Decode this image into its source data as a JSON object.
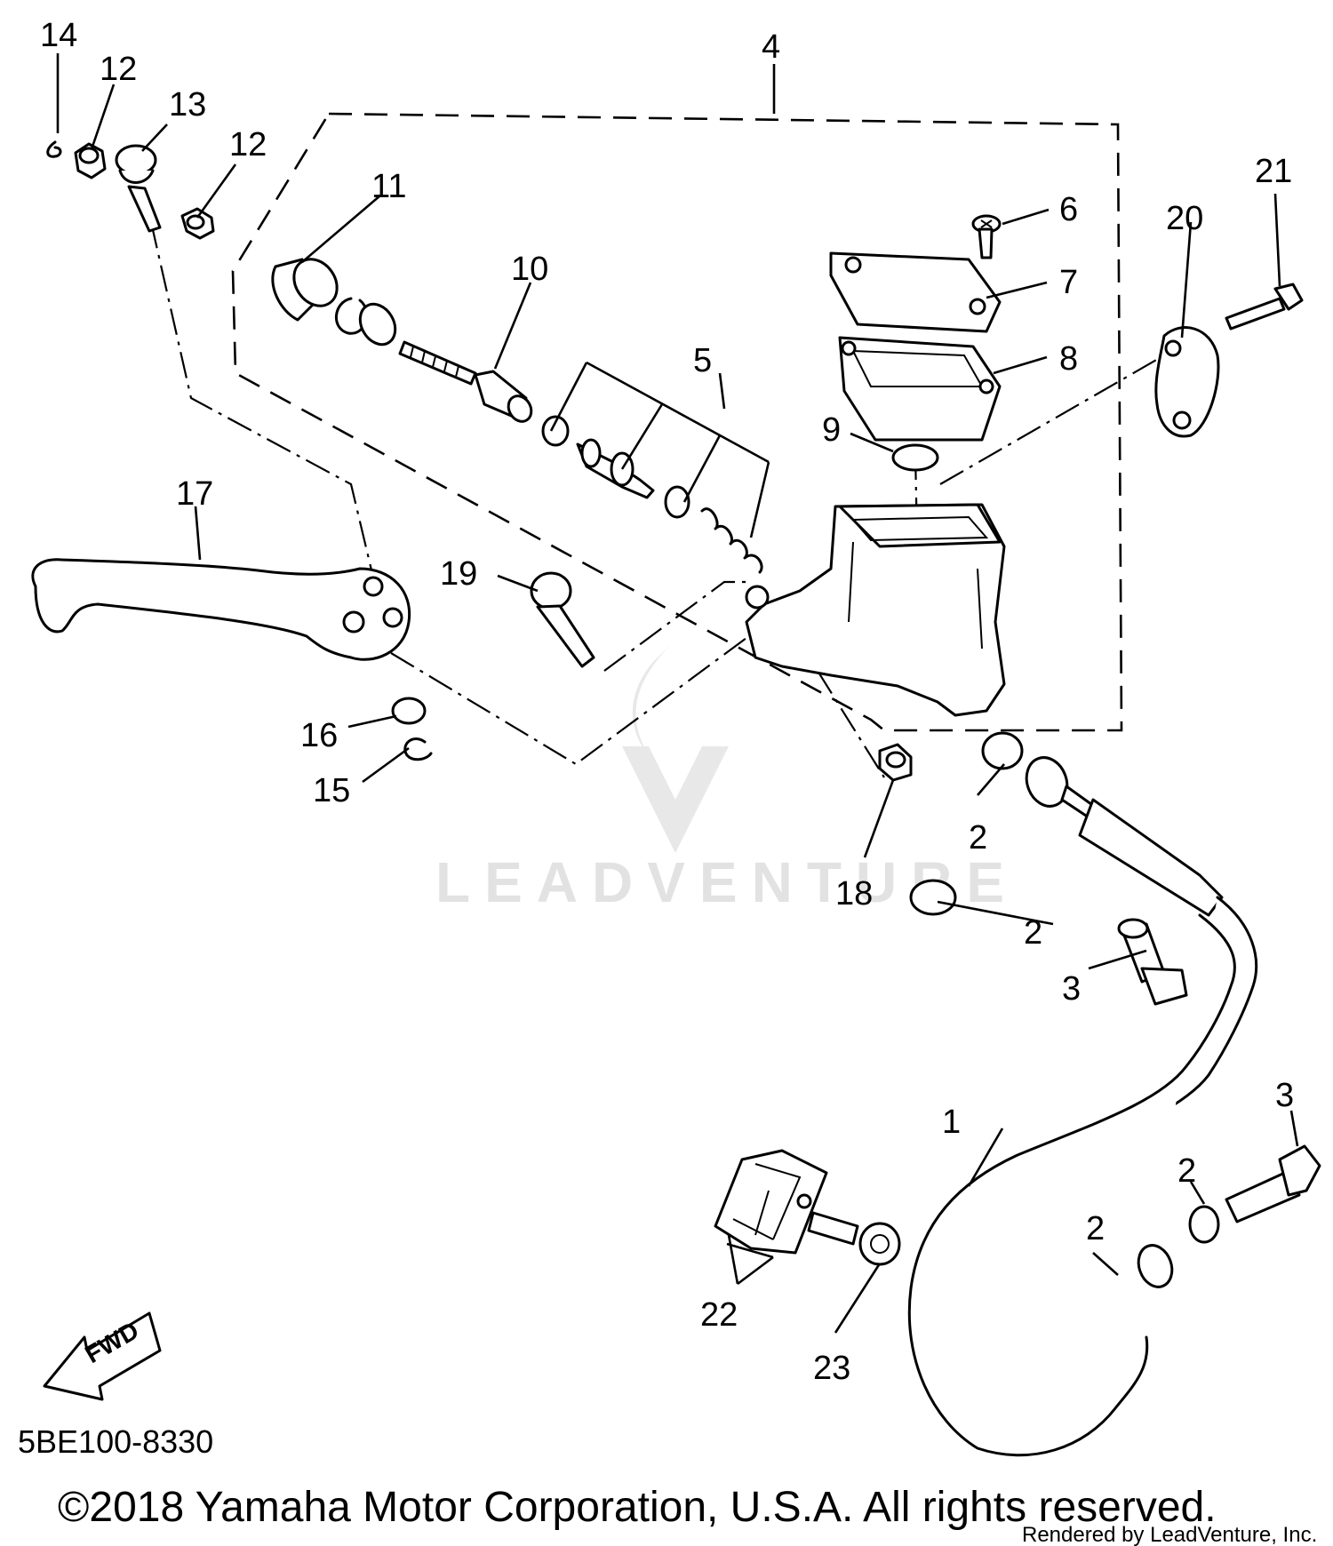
{
  "diagram_code": "5BE100-8330",
  "copyright": "©2018 Yamaha Motor Corporation, U.S.A. All rights reserved.",
  "rendered_by": "Rendered by LeadVenture, Inc.",
  "watermark": "LEADVENTURE",
  "fwd_label": "FWD",
  "callouts": {
    "c1": "1",
    "c2a": "2",
    "c2b": "2",
    "c2c": "2",
    "c2d": "2",
    "c3a": "3",
    "c3b": "3",
    "c4": "4",
    "c5": "5",
    "c6": "6",
    "c7": "7",
    "c8": "8",
    "c9": "9",
    "c10": "10",
    "c11": "11",
    "c12a": "12",
    "c12b": "12",
    "c13": "13",
    "c14": "14",
    "c15": "15",
    "c16": "16",
    "c17": "17",
    "c18": "18",
    "c19": "19",
    "c20": "20",
    "c21": "21",
    "c22": "22",
    "c23": "23"
  }
}
